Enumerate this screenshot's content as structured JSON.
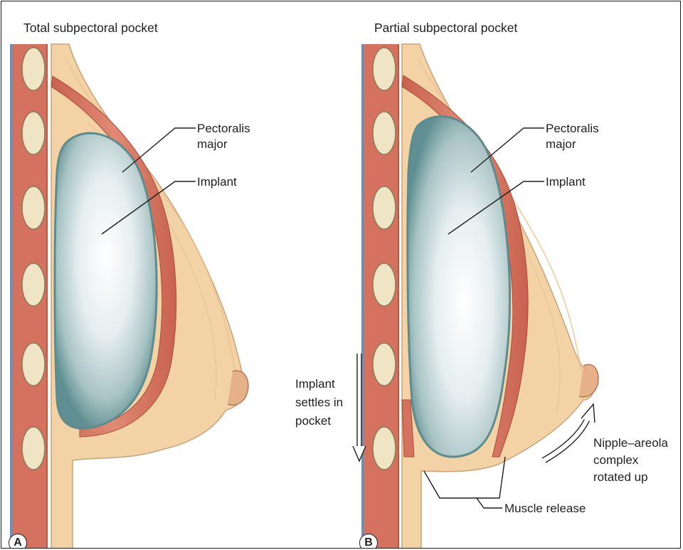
{
  "panels": [
    {
      "letter": "A",
      "title": "Total subpectoral pocket",
      "labels": {
        "pectoralis": [
          "Pectoralis",
          "major"
        ],
        "implant": "Implant"
      }
    },
    {
      "letter": "B",
      "title": "Partial subpectoral pocket",
      "labels": {
        "pectoralis": [
          "Pectoralis",
          "major"
        ],
        "implant": "Implant",
        "settles": [
          "Implant",
          "settles in",
          "pocket"
        ],
        "nipple": [
          "Nipple–areola",
          "complex",
          "rotated up"
        ],
        "muscle_release": "Muscle release"
      }
    }
  ],
  "colors": {
    "skin": "#f3d6ab",
    "fat": "#f6dcb0",
    "muscle": "#d9786a",
    "implant_edge": "#7fa7a8",
    "implant_center": "#f4f9fb",
    "bone": "#efe5c4",
    "line": "#1f1f1f"
  }
}
